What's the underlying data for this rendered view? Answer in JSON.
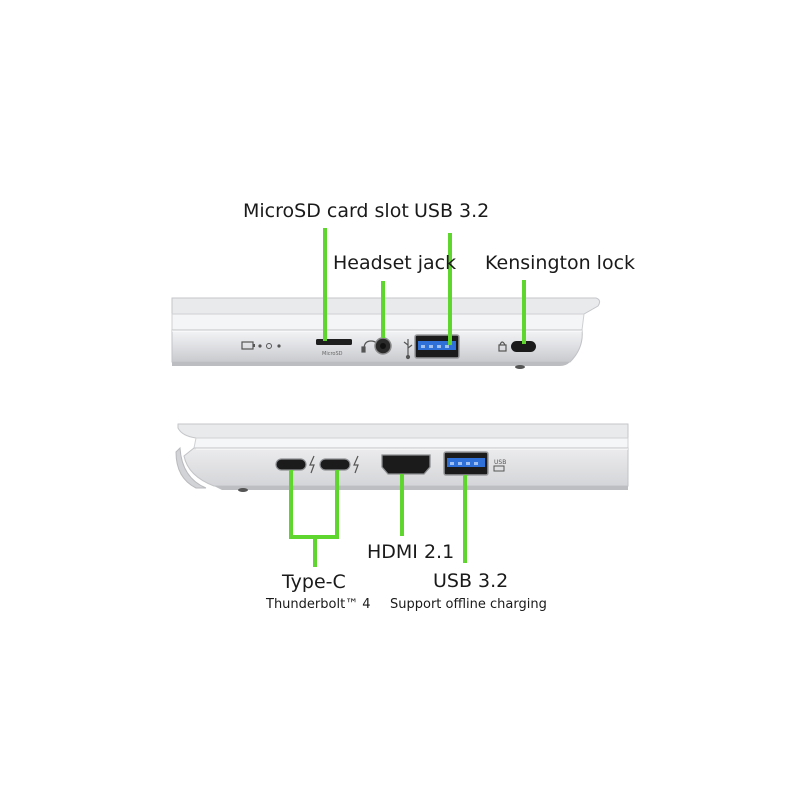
{
  "left_side": {
    "labels": {
      "microsd": "MicroSD card slot",
      "usb": "USB 3.2",
      "headset": "Headset jack",
      "kensington": "Kensington lock"
    },
    "microsd_tiny_label": "MicroSD"
  },
  "right_side": {
    "labels": {
      "typec": "Type-C",
      "typec_sub": "Thunderbolt™ 4",
      "hdmi": "HDMI 2.1",
      "usb": "USB 3.2",
      "usb_sub": "Support offline charging"
    },
    "usb_tiny_label": "USB"
  },
  "colors": {
    "leader_green": "#5fd62d",
    "usb_blue": "#2f6fd8",
    "chassis": "#dcdde0"
  }
}
